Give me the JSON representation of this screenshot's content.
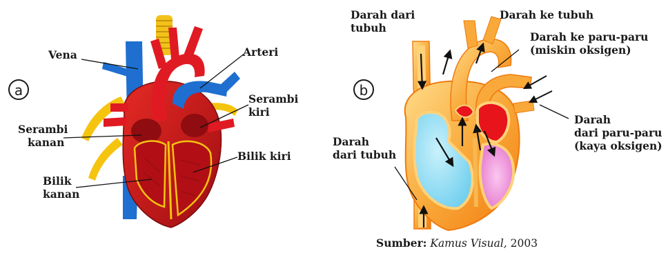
{
  "panels": {
    "a": {
      "tag": "a",
      "labels": {
        "vena": "Vena",
        "arteri": "Arteri",
        "serambi_kiri": [
          "Serambi",
          "kiri"
        ],
        "serambi_kanan": [
          "Serambi",
          "kanan"
        ],
        "bilik_kiri": "Bilik kiri",
        "bilik_kanan": [
          "Bilik",
          "kanan"
        ]
      }
    },
    "b": {
      "tag": "b",
      "labels": {
        "darah_dari_tubuh_top": [
          "Darah dari",
          "tubuh"
        ],
        "darah_ke_tubuh": "Darah ke tubuh",
        "darah_ke_paru": [
          "Darah ke paru-paru",
          "(miskin oksigen)"
        ],
        "darah_dari_paru": [
          "Darah",
          "dari paru-paru",
          "(kaya oksigen)"
        ],
        "darah_dari_tubuh_bottom": [
          "Darah",
          "dari tubuh"
        ]
      }
    }
  },
  "source": {
    "prefix": "Sumber:",
    "title": "Kamus Visual,",
    "year": "2003"
  },
  "colors": {
    "vein_blue": "#1e6fd0",
    "artery_red": "#d9141c",
    "heart_red": "#c8141c",
    "fat_yellow": "#f5c40f",
    "shell_orange": "#f7941d",
    "shell_light": "#ffd27a",
    "chamber_cyan": "#8fdcf2",
    "chamber_pink": "#f08ad6"
  }
}
